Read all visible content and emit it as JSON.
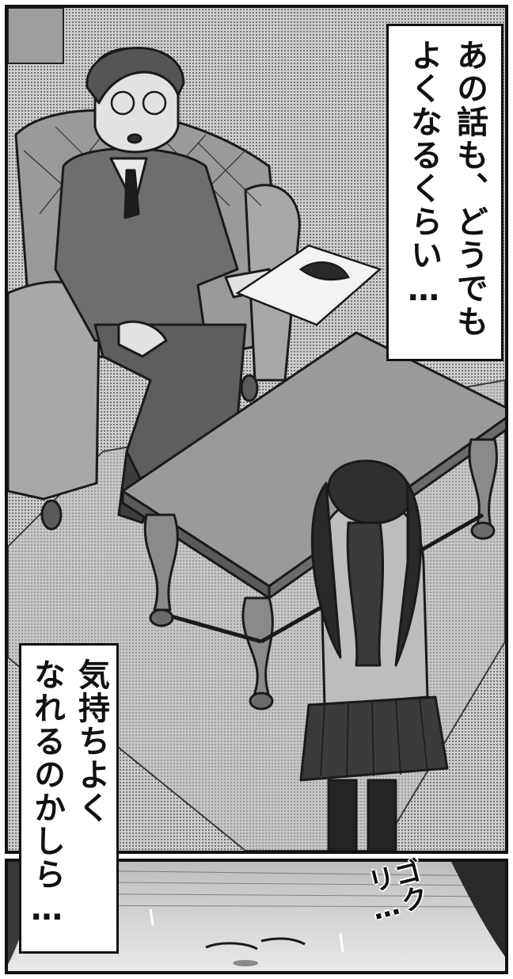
{
  "narration_top": {
    "col1": "あの話も、どうでも",
    "col2": "よくなるくらい…"
  },
  "narration_left": {
    "col1": "気持ちよく",
    "col2": "なれるのかしら…"
  },
  "sound_effect": "ゴクリ…",
  "colors": {
    "ink": "#111111",
    "screentone": "#5a5a5a",
    "balloon": "#ffffff"
  }
}
